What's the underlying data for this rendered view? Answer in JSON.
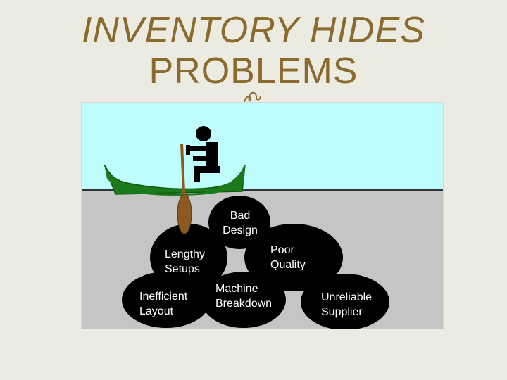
{
  "title": {
    "line1": "INVENTORY HIDES",
    "line2": "PROBLEMS"
  },
  "colors": {
    "title": "#8b6a2e",
    "water": "#bffdfd",
    "lakebed": "#c5c5c5",
    "boat": "#1b7a1b",
    "paddle": "#8a5a22",
    "rocks": "#000000",
    "rock_text": "#ffffff"
  },
  "rocks": [
    {
      "id": "bad-design",
      "label": "Bad\nDesign"
    },
    {
      "id": "lengthy-setups",
      "label": "Lengthy\nSetups"
    },
    {
      "id": "poor-quality",
      "label": "Poor\n    Quality"
    },
    {
      "id": "inefficient-layout",
      "label": "Inefficient\nLayout"
    },
    {
      "id": "machine-breakdown",
      "label": "Machine\nBreakdown"
    },
    {
      "id": "unreliable-supplier",
      "label": "Unreliable\nSupplier"
    }
  ]
}
